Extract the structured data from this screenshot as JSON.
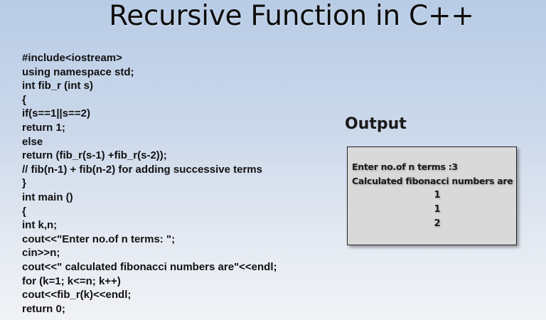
{
  "slide": {
    "title": "Recursive Function in C++"
  },
  "code": {
    "lines": [
      "#include<iostream>",
      "using namespace std;",
      "int fib_r (int s)",
      "{",
      "if(s==1||s==2)",
      "return 1;",
      "else",
      "return (fib_r(s-1) +fib_r(s-2));",
      "// fib(n-1) + fib(n-2) for adding successive terms",
      "}",
      "int main ()",
      "{",
      "int k,n;",
      "cout<<\"Enter no.of n terms: \";",
      "cin>>n;",
      "cout<<\" calculated fibonacci numbers are\"<<endl;",
      "for (k=1; k<=n; k++)",
      "cout<<fib_r(k)<<endl;",
      "return 0;"
    ]
  },
  "output": {
    "heading": "Output",
    "prompt_line": "Enter no.of n terms :3",
    "result_header": "Calculated fibonacci numbers are",
    "values": [
      "1",
      "1",
      "2"
    ]
  },
  "colors": {
    "background_top": "#b8cce6",
    "background_bottom": "#f1f2f6",
    "output_box_fill": "#d9d9d9",
    "output_box_border": "#222222",
    "text": "#111111"
  }
}
